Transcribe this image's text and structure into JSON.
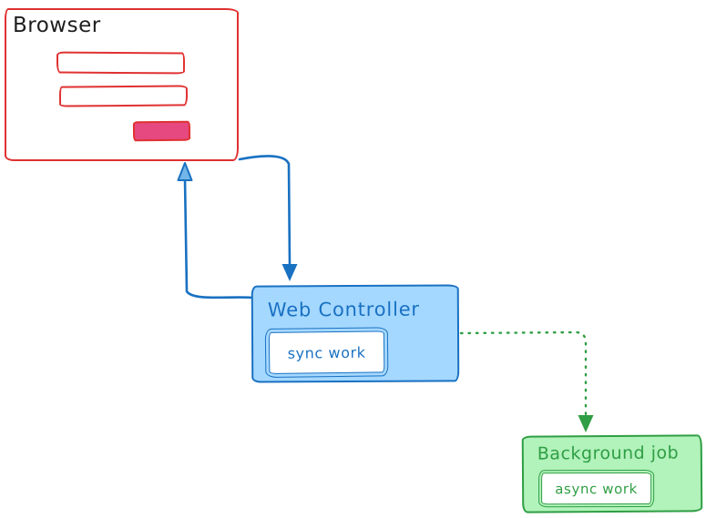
{
  "diagram": {
    "background": "#ffffff",
    "nodes": {
      "browser": {
        "label": "Browser",
        "stroke_color": "#e03131",
        "text_color": "#1e1e1e",
        "button_fill": "#e64980",
        "sketch_elements": [
          "input-field",
          "input-field",
          "submit-button"
        ]
      },
      "web_controller": {
        "label": "Web Controller",
        "task_label": "sync work",
        "stroke_color": "#1971c2",
        "fill_color": "#a5d8ff"
      },
      "background_job": {
        "label": "Background job",
        "task_label": "async work",
        "stroke_color": "#2f9e44",
        "fill_color": "#b2f2bb"
      }
    },
    "edges": [
      {
        "id": "browser-to-web-controller",
        "from": "browser",
        "to": "web_controller",
        "style": "solid",
        "color": "#1971c2"
      },
      {
        "id": "web-controller-to-browser",
        "from": "web_controller",
        "to": "browser",
        "style": "solid",
        "color": "#1971c2"
      },
      {
        "id": "web-controller-to-background-job",
        "from": "web_controller",
        "to": "background_job",
        "style": "dotted",
        "color": "#2f9e44"
      }
    ]
  }
}
